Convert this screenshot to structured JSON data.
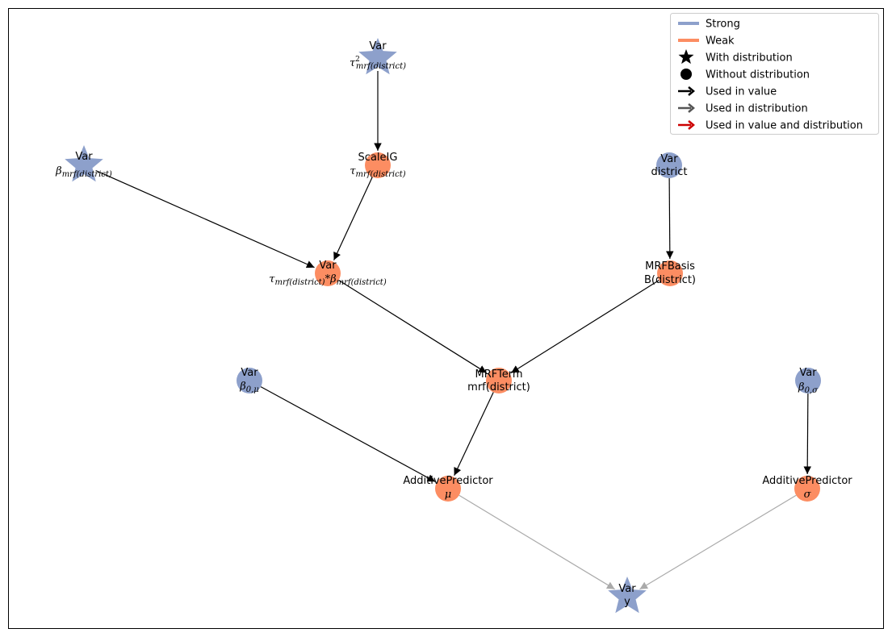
{
  "colors": {
    "strong": "#8da0cb",
    "weak": "#fc8d62",
    "edge_value": "#000000",
    "edge_distribution": "#aaaaaa",
    "edge_both": "#cc0000"
  },
  "legend": {
    "items": [
      {
        "label": "Strong",
        "kind": "line",
        "color": "#8da0cb"
      },
      {
        "label": "Weak",
        "kind": "line",
        "color": "#fc8d62"
      },
      {
        "label": "With distribution",
        "kind": "star",
        "color": "#000000"
      },
      {
        "label": "Without distribution",
        "kind": "circle",
        "color": "#000000"
      },
      {
        "label": "Used in value",
        "kind": "arrow",
        "color": "#000000"
      },
      {
        "label": "Used in distribution",
        "kind": "arrow",
        "color": "#555555"
      },
      {
        "label": "Used in value and distribution",
        "kind": "arrow",
        "color": "#cc0000"
      }
    ]
  },
  "nodes": {
    "tau2": {
      "type": "Var",
      "name": "τ²mrf(district)",
      "strength": "strong",
      "shape": "star"
    },
    "scaleig": {
      "type": "ScaleIG",
      "name": "τmrf(district)",
      "strength": "weak",
      "shape": "circle"
    },
    "beta_mrf": {
      "type": "Var",
      "name": "βmrf(district)",
      "strength": "strong",
      "shape": "star"
    },
    "district": {
      "type": "Var",
      "name": "district",
      "strength": "strong",
      "shape": "circle"
    },
    "tau_beta": {
      "type": "Var",
      "name": "τmrf(district)*βmrf(district)",
      "strength": "weak",
      "shape": "circle"
    },
    "mrfbasis": {
      "type": "MRFBasis",
      "name": "B(district)",
      "strength": "weak",
      "shape": "circle"
    },
    "beta0mu": {
      "type": "Var",
      "name": "β0,μ",
      "strength": "strong",
      "shape": "circle"
    },
    "mrfterm": {
      "type": "MRFTerm",
      "name": "mrf(district)",
      "strength": "weak",
      "shape": "circle"
    },
    "beta0sigma": {
      "type": "Var",
      "name": "β0,σ",
      "strength": "strong",
      "shape": "circle"
    },
    "ap_mu": {
      "type": "AdditivePredictor",
      "name": "μ",
      "strength": "weak",
      "shape": "circle"
    },
    "ap_sigma": {
      "type": "AdditivePredictor",
      "name": "σ",
      "strength": "weak",
      "shape": "circle"
    },
    "y": {
      "type": "Var",
      "name": "y",
      "strength": "strong",
      "shape": "star"
    }
  },
  "edges": [
    {
      "from": "tau2",
      "to": "scaleig",
      "role": "value"
    },
    {
      "from": "scaleig",
      "to": "tau_beta",
      "role": "value"
    },
    {
      "from": "beta_mrf",
      "to": "tau_beta",
      "role": "value"
    },
    {
      "from": "district",
      "to": "mrfbasis",
      "role": "value"
    },
    {
      "from": "tau_beta",
      "to": "mrfterm",
      "role": "value"
    },
    {
      "from": "mrfbasis",
      "to": "mrfterm",
      "role": "value"
    },
    {
      "from": "beta0mu",
      "to": "ap_mu",
      "role": "value"
    },
    {
      "from": "mrfterm",
      "to": "ap_mu",
      "role": "value"
    },
    {
      "from": "beta0sigma",
      "to": "ap_sigma",
      "role": "value"
    },
    {
      "from": "ap_mu",
      "to": "y",
      "role": "distribution"
    },
    {
      "from": "ap_sigma",
      "to": "y",
      "role": "distribution"
    }
  ]
}
